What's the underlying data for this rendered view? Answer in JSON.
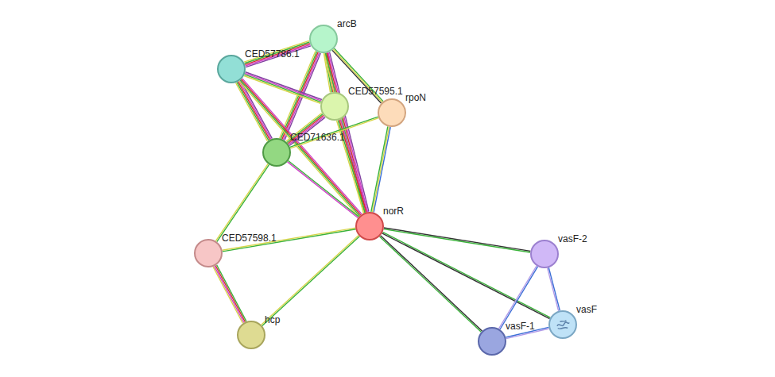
{
  "diagram": {
    "nodes": [
      {
        "text": [
          "arcB"
        ]
      },
      {
        "text": [
          "CED57786.1"
        ]
      },
      {
        "text": [
          "CED57595.1"
        ]
      },
      {
        "text": [
          "rpoN"
        ]
      },
      {
        "text": [
          "CED71636.1"
        ]
      },
      {
        "text": [
          "norR"
        ]
      },
      {
        "text": [
          "CED57598.1"
        ]
      },
      {
        "text": [
          "vasF-2"
        ]
      },
      {
        "text": [
          "vasF"
        ]
      },
      {
        "text": [
          "vasF-1"
        ]
      },
      {
        "text": [
          "hcp"
        ]
      }
    ],
    "edges": [
      {
        "from": 0,
        "to": 1,
        "arrow": "none"
      },
      {
        "from": 0,
        "to": 2,
        "arrow": "none"
      },
      {
        "from": 0,
        "to": 4,
        "arrow": "none"
      },
      {
        "from": 0,
        "to": 5,
        "arrow": "none"
      },
      {
        "from": 0,
        "to": 3,
        "arrow": "none"
      },
      {
        "from": 1,
        "to": 2,
        "arrow": "none"
      },
      {
        "from": 1,
        "to": 4,
        "arrow": "none"
      },
      {
        "from": 1,
        "to": 5,
        "arrow": "none"
      },
      {
        "from": 2,
        "to": 4,
        "arrow": "none"
      },
      {
        "from": 2,
        "to": 5,
        "arrow": "none"
      },
      {
        "from": 4,
        "to": 3,
        "arrow": "none"
      },
      {
        "from": 4,
        "to": 5,
        "arrow": "none"
      },
      {
        "from": 4,
        "to": 6,
        "arrow": "none"
      },
      {
        "from": 3,
        "to": 5,
        "arrow": "none"
      },
      {
        "from": 5,
        "to": 6,
        "arrow": "none"
      },
      {
        "from": 5,
        "to": 10,
        "arrow": "none"
      },
      {
        "from": 6,
        "to": 10,
        "arrow": "none"
      },
      {
        "from": 5,
        "to": 7,
        "arrow": "none"
      },
      {
        "from": 5,
        "to": 8,
        "arrow": "none"
      },
      {
        "from": 5,
        "to": 9,
        "arrow": "none"
      },
      {
        "from": 7,
        "to": 8,
        "arrow": "none"
      },
      {
        "from": 7,
        "to": 9,
        "arrow": "none"
      },
      {
        "from": 9,
        "to": 8,
        "arrow": "none"
      }
    ]
  }
}
